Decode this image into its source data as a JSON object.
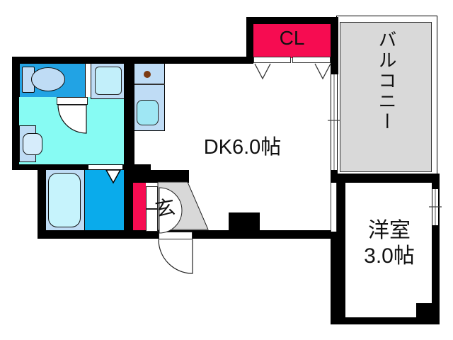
{
  "floorplan": {
    "rooms": {
      "closet": {
        "label": "CL"
      },
      "balcony": {
        "label": "バルコニー"
      },
      "dining_kitchen": {
        "label": "DK6.0帖"
      },
      "entrance": {
        "label": "玄"
      },
      "western_room": {
        "label_line1": "洋室",
        "label_line2": "3.0帖"
      }
    },
    "fixtures": [
      "toilet",
      "washing-machine-pan",
      "kitchen-counter",
      "stove-burner",
      "kitchen-sink",
      "washbasin",
      "bathtub",
      "shoe-cabinet"
    ],
    "colors": {
      "wall": "#000000",
      "closet_pink": "#F60C51",
      "toilet_room_blue": "#22A3E4",
      "bath_side_blue": "#0AABEB",
      "washroom_aqua": "#87FBF3",
      "fixture_light_blue": "#BFDCF5",
      "bathtub_fill": "#C6F3FC",
      "sink_fill": "#9FE7F4",
      "balcony_gray": "#D9D9D9",
      "entrance_gray": "#D8D8D8",
      "burner_brown": "#7C3A12"
    }
  }
}
